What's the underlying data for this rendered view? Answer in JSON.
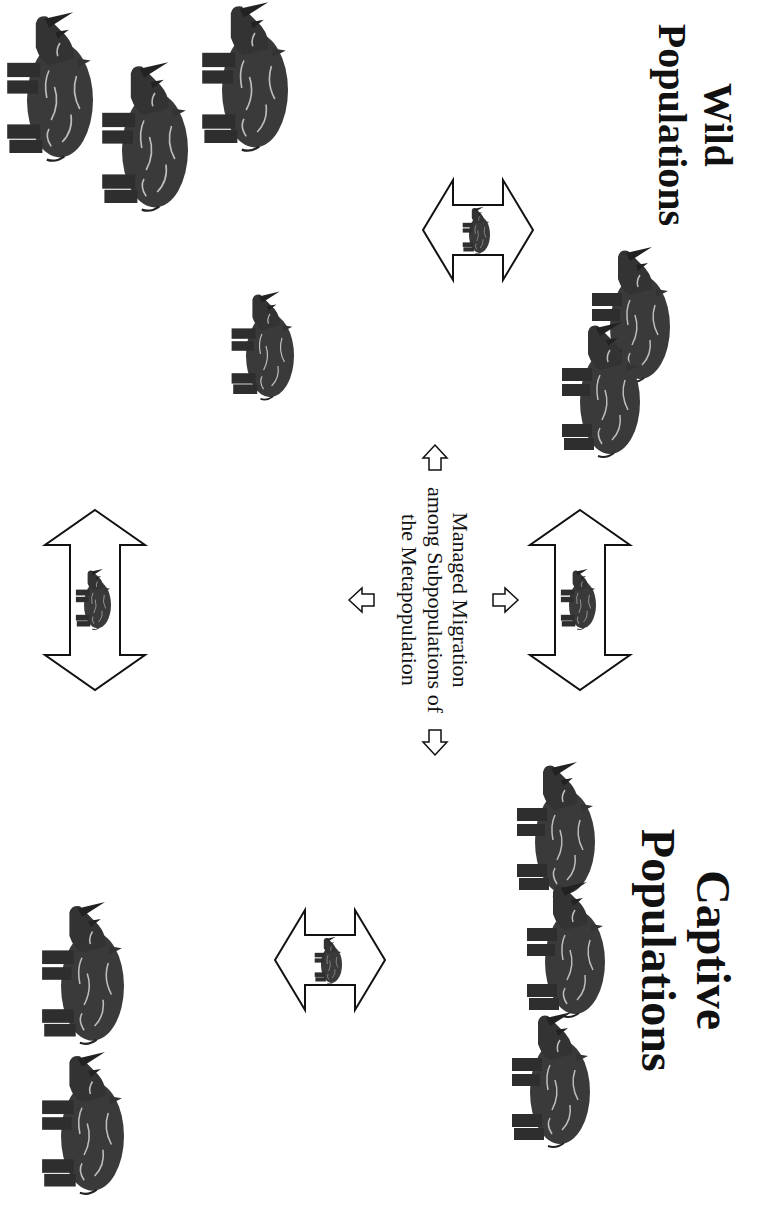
{
  "diagram": {
    "labels": [
      "Wild Populations",
      "Captive Populations",
      "Managed Migration among Subpopulations of the Metapopulation"
    ]
  }
}
